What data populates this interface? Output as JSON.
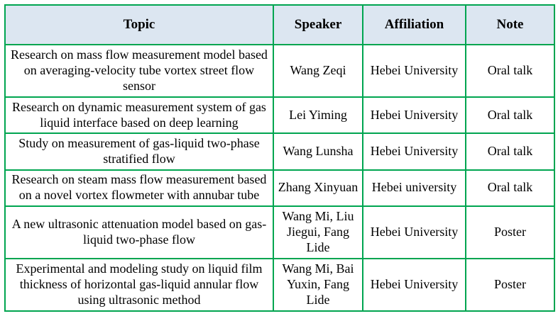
{
  "table": {
    "columns": [
      "Topic",
      "Speaker",
      "Affiliation",
      "Note"
    ],
    "rows": [
      {
        "topic": "Research on mass flow measurement model based on averaging-velocity tube vortex street flow sensor",
        "speaker": "Wang Zeqi",
        "affiliation": "Hebei University",
        "note": "Oral talk"
      },
      {
        "topic": "Research on dynamic measurement system of gas liquid interface based on deep learning",
        "speaker": "Lei Yiming",
        "affiliation": "Hebei University",
        "note": "Oral talk"
      },
      {
        "topic": "Study on measurement of gas-liquid two-phase stratified flow",
        "speaker": "Wang Lunsha",
        "affiliation": "Hebei University",
        "note": "Oral talk"
      },
      {
        "topic": "Research on steam mass flow measurement based on a novel vortex flowmeter with annubar tube",
        "speaker": "Zhang Xinyuan",
        "affiliation": "Hebei university",
        "note": "Oral talk"
      },
      {
        "topic": "A new ultrasonic attenuation model based on gas-liquid two-phase flow",
        "speaker": "Wang Mi, Liu Jiegui, Fang Lide",
        "affiliation": "Hebei University",
        "note": "Poster"
      },
      {
        "topic": "Experimental and modeling study on liquid film thickness of horizontal gas-liquid annular flow using ultrasonic method",
        "speaker": "Wang Mi, Bai Yuxin, Fang Lide",
        "affiliation": "Hebei University",
        "note": "Poster"
      }
    ]
  },
  "colors": {
    "border": "#00a550",
    "header_background": "#dce6f1",
    "text": "#000000",
    "page_background": "#ffffff"
  }
}
